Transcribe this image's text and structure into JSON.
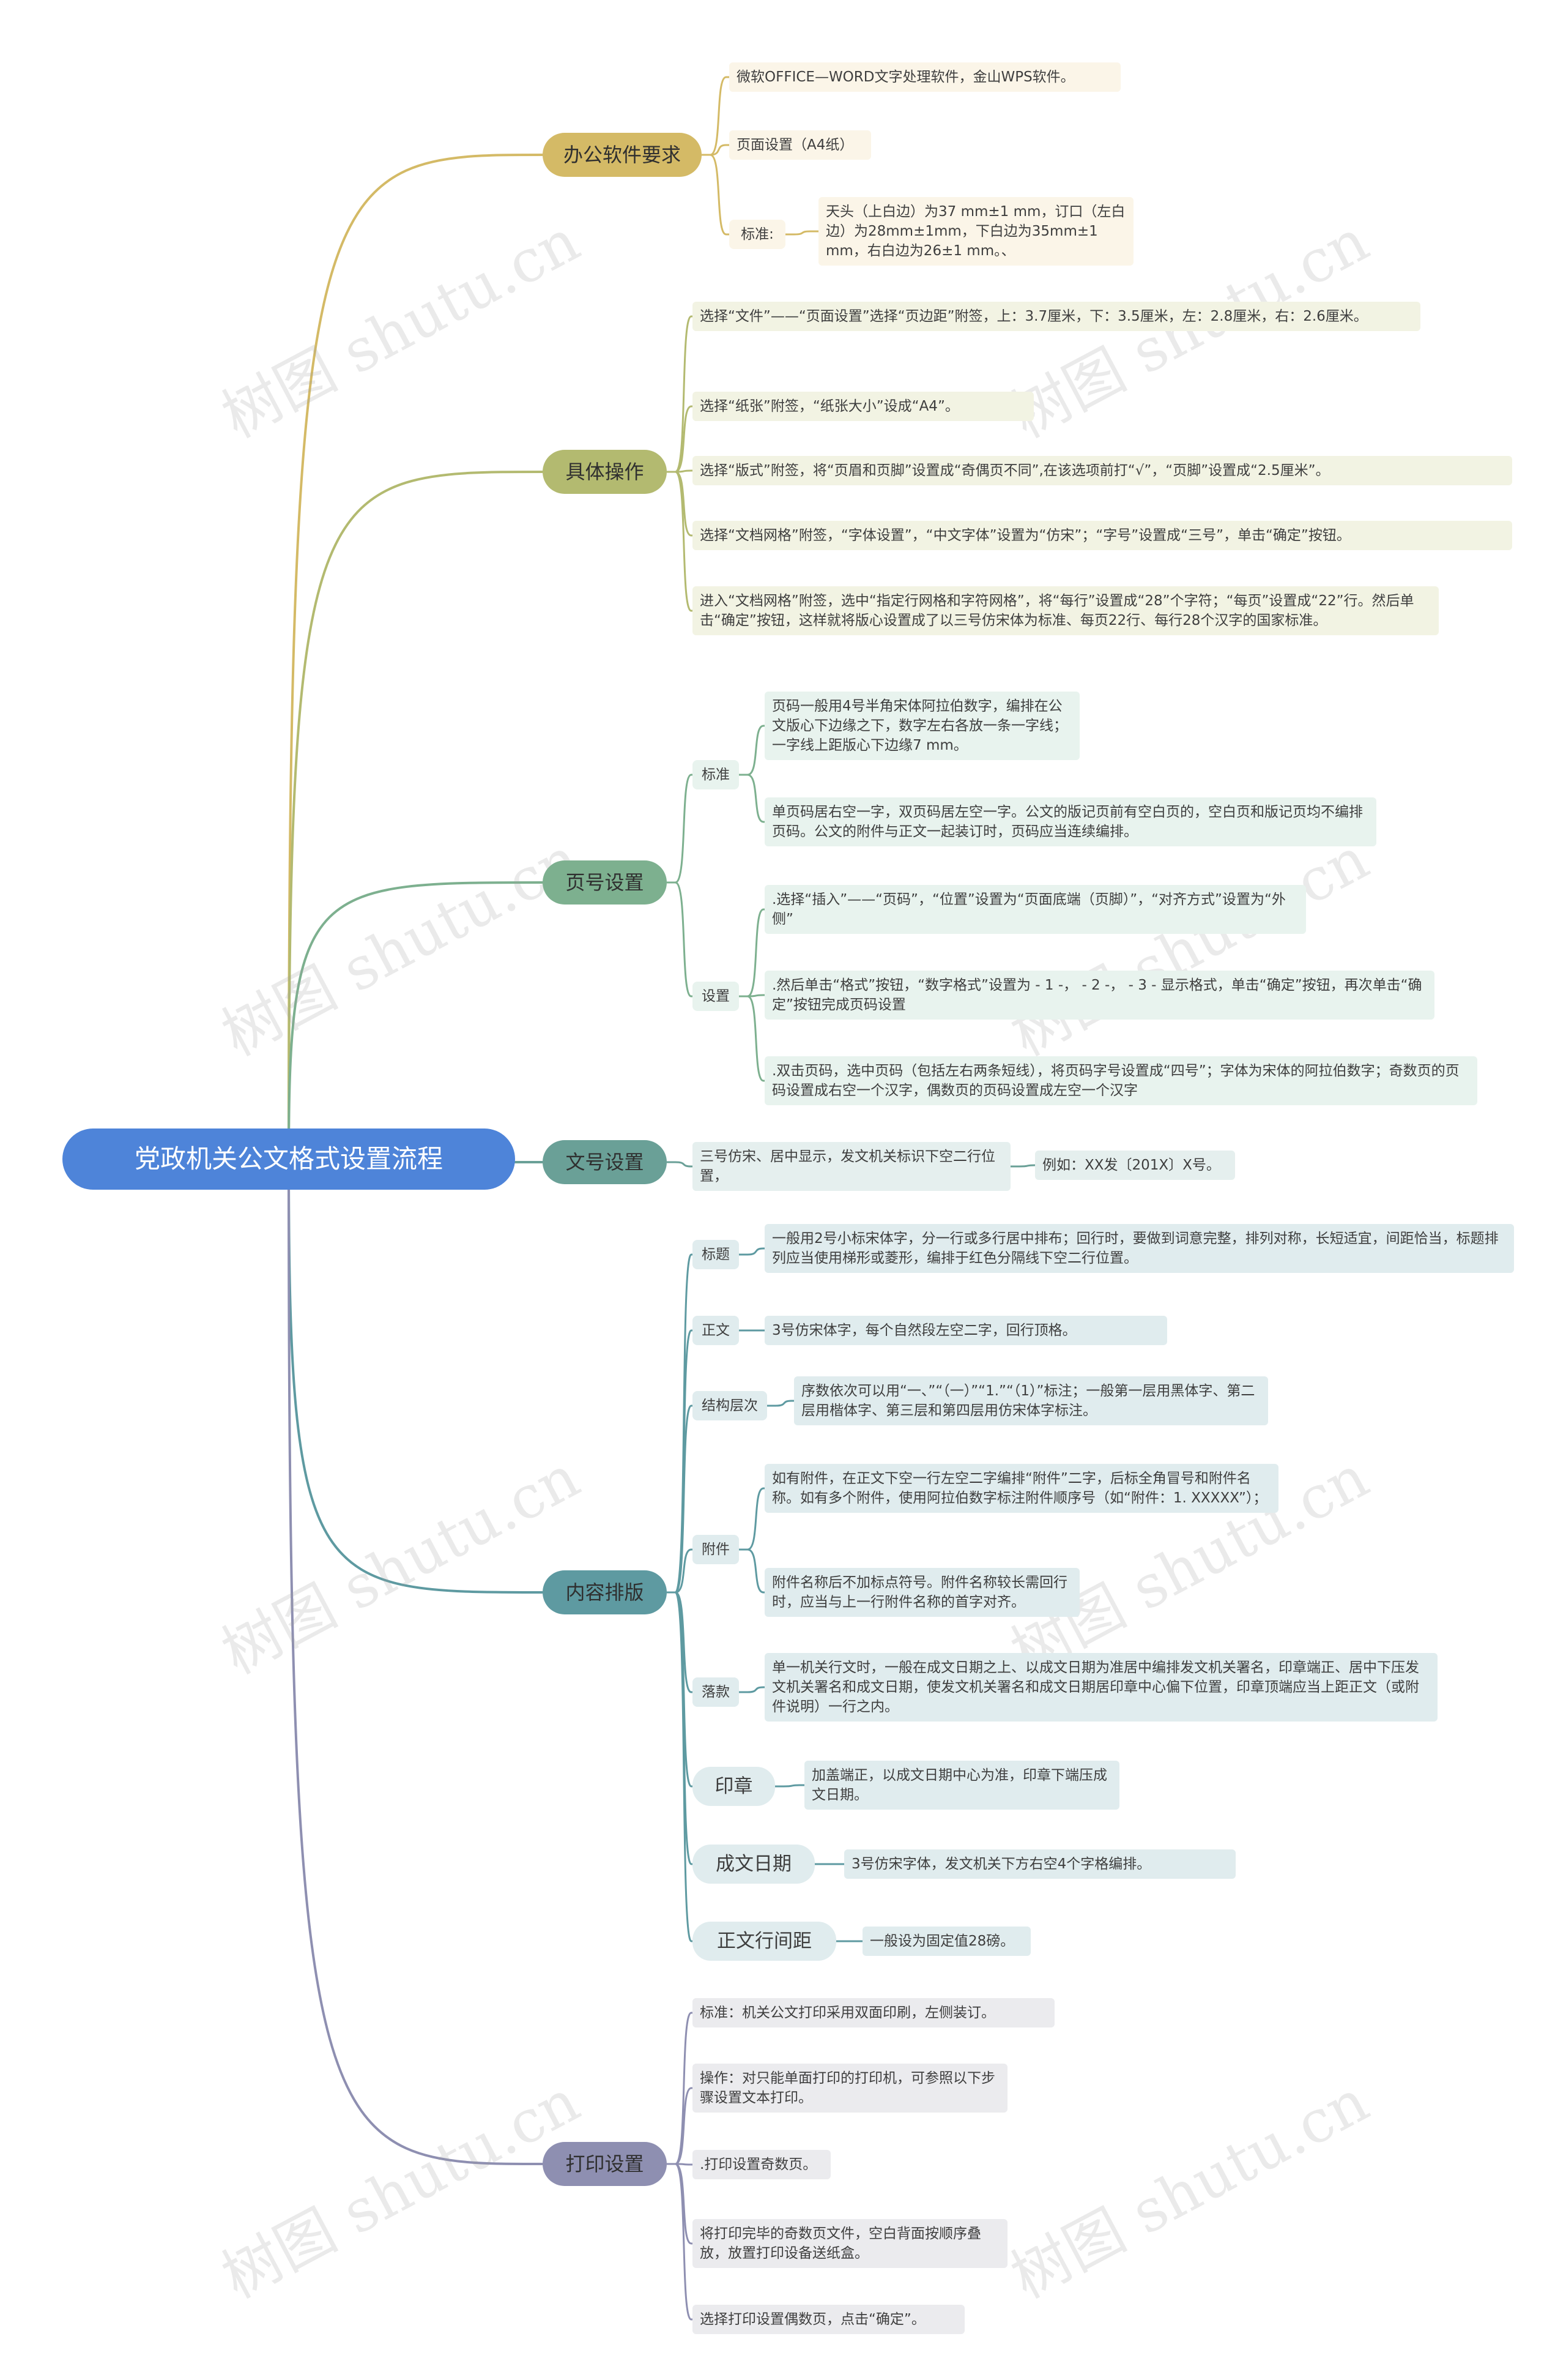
{
  "root": "党政机关公文格式设置流程",
  "watermark": "树图 shutu.cn",
  "branches": {
    "software": {
      "label": "办公软件要求",
      "items": [
        "微软OFFICE—WORD文字处理软件，金山WPS软件。",
        "页面设置（A4纸）"
      ],
      "standard_label": "标准:",
      "standard_text": "天头（上白边）为37 mm±1 mm，订口（左白边）为28mm±1mm，下白边为35mm±1 mm，右白边为26±1 mm。、"
    },
    "ops": {
      "label": "具体操作",
      "items": [
        "选择“文件”——“页面设置”选择“页边距”附签，上：3.7厘米，下：3.5厘米，左：2.8厘米，右：2.6厘米。",
        "选择“纸张”附签，“纸张大小”设成“A4”。",
        "选择“版式”附签，将“页眉和页脚”设置成“奇偶页不同”,在该选项前打“√”，“页脚”设置成“2.5厘米”。",
        "选择“文档网格”附签，“字体设置”，“中文字体”设置为“仿宋”；“字号”设置成“三号”，单击“确定”按钮。",
        "进入“文档网格”附签，选中“指定行网格和字符网格”，将“每行”设置成“28”个字符；“每页”设置成“22”行。然后单击“确定”按钮，这样就将版心设置成了以三号仿宋体为标准、每页22行、每行28个汉字的国家标准。"
      ]
    },
    "pagenum": {
      "label": "页号设置",
      "standard_label": "标准",
      "standard_items": [
        "页码一般用4号半角宋体阿拉伯数字，编排在公文版心下边缘之下，数字左右各放一条一字线；一字线上距版心下边缘7 mm。",
        "单页码居右空一字，双页码居左空一字。公文的版记页前有空白页的，空白页和版记页均不编排页码。公文的附件与正文一起装订时，页码应当连续编排。"
      ],
      "setting_label": "设置",
      "setting_items": [
        ".选择“插入”——“页码”，“位置”设置为“页面底端（页脚）”，“对齐方式”设置为“外侧”",
        ".然后单击“格式”按钮，“数字格式”设置为 - 1 -， - 2 -， - 3 - 显示格式，单击“确定”按钮，再次单击“确定”按钮完成页码设置",
        ".双击页码，选中页码（包括左右两条短线），将页码字号设置成“四号”；字体为宋体的阿拉伯数字；奇数页的页码设置成右空一个汉字，偶数页的页码设置成左空一个汉字"
      ]
    },
    "docnum": {
      "label": "文号设置",
      "text": "三号仿宋、居中显示，发文机关标识下空二行位置，",
      "example": "例如：XX发〔201X〕X号。"
    },
    "content": {
      "label": "内容排版",
      "title_label": "标题",
      "title_text": "一般用2号小标宋体字，分一行或多行居中排布；回行时，要做到词意完整，排列对称，长短适宜，间距恰当，标题排列应当使用梯形或菱形，编排于红色分隔线下空二行位置。",
      "body_label": "正文",
      "body_text": "3号仿宋体字，每个自然段左空二字，回行顶格。",
      "struct_label": "结构层次",
      "struct_text": "序数依次可以用“一、”“（一）”“1.”“（1）”标注；一般第一层用黑体字、第二层用楷体字、第三层和第四层用仿宋体字标注。",
      "attach_label": "附件",
      "attach_items": [
        "如有附件，在正文下空一行左空二字编排“附件”二字，后标全角冒号和附件名称。如有多个附件，使用阿拉伯数字标注附件顺序号（如“附件：1. XXXXX”）；",
        "附件名称后不加标点符号。附件名称较长需回行时，应当与上一行附件名称的首字对齐。"
      ],
      "sign_label": "落款",
      "sign_text": "单一机关行文时，一般在成文日期之上、以成文日期为准居中编排发文机关署名，印章端正、居中下压发文机关署名和成文日期，使发文机关署名和成文日期居印章中心偏下位置，印章顶端应当上距正文（或附件说明）一行之内。",
      "seal_label": "印章",
      "seal_text": "加盖端正，以成文日期中心为准，印章下端压成文日期。",
      "date_label": "成文日期",
      "date_text": "3号仿宋字体，发文机关下方右空4个字格编排。",
      "spacing_label": "正文行间距",
      "spacing_text": "一般设为固定值28磅。"
    },
    "print": {
      "label": "打印设置",
      "items": [
        "标准：机关公文打印采用双面印刷，左侧装订。",
        "操作：对只能单面打印的打印机，可参照以下步骤设置文本打印。",
        ".打印设置奇数页。",
        "将打印完毕的奇数页文件，空白背面按顺序叠放，放置打印设备送纸盒。",
        "选择打印设置偶数页，点击“确定”。"
      ]
    }
  },
  "colors": {
    "root": "#4e84d9",
    "software": "#d4ba66",
    "ops": "#b3ba70",
    "pagenum": "#7db08f",
    "docnum": "#6aa097",
    "content": "#5e9aa1",
    "print": "#8e8fb1"
  }
}
